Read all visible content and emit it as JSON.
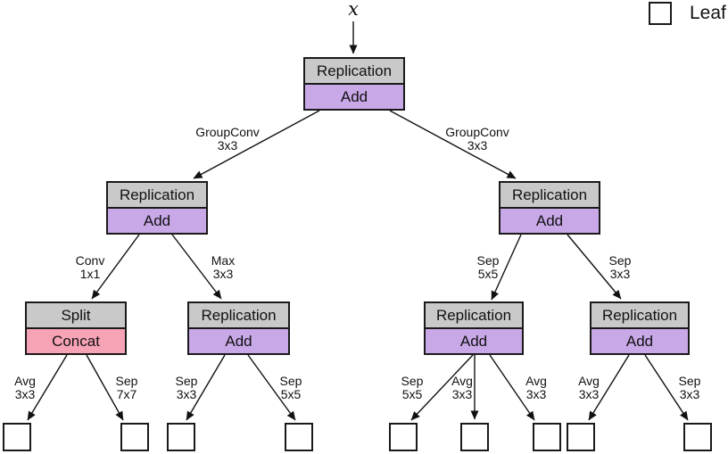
{
  "figure": {
    "input_label": "x",
    "legend_label": "Leaf"
  },
  "colors": {
    "node_header_gray": "#c9c9c9",
    "add_purple": "#c9a8e8",
    "concat_pink": "#f7a3b6",
    "leaf_fill": "#ffffff",
    "line_black": "#1a1a1a"
  },
  "nodes": {
    "root": {
      "top": "Replication",
      "bottom": "Add"
    },
    "left": {
      "top": "Replication",
      "bottom": "Add"
    },
    "right": {
      "top": "Replication",
      "bottom": "Add"
    },
    "left_left": {
      "top": "Split",
      "bottom": "Concat"
    },
    "left_right": {
      "top": "Replication",
      "bottom": "Add"
    },
    "right_left": {
      "top": "Replication",
      "bottom": "Add"
    },
    "right_right": {
      "top": "Replication",
      "bottom": "Add"
    }
  },
  "edge_labels": {
    "root_left": {
      "op": "GroupConv",
      "size": "3x3"
    },
    "root_right": {
      "op": "GroupConv",
      "size": "3x3"
    },
    "left_ll": {
      "op": "Conv",
      "size": "1x1"
    },
    "left_lr": {
      "op": "Max",
      "size": "3x3"
    },
    "right_rl": {
      "op": "Sep",
      "size": "5x5"
    },
    "right_rr": {
      "op": "Sep",
      "size": "3x3"
    },
    "ll_leaf1": {
      "op": "Avg",
      "size": "3x3"
    },
    "ll_leaf2": {
      "op": "Sep",
      "size": "7x7"
    },
    "lr_leaf3": {
      "op": "Sep",
      "size": "3x3"
    },
    "lr_leaf4": {
      "op": "Sep",
      "size": "5x5"
    },
    "rl_leaf5": {
      "op": "Sep",
      "size": "5x5"
    },
    "rl_leaf6": {
      "op": "Avg",
      "size": "3x3"
    },
    "rl_leaf7": {
      "op": "Avg",
      "size": "3x3"
    },
    "rr_leaf8": {
      "op": "Avg",
      "size": "3x3"
    },
    "rr_leaf9": {
      "op": "Sep",
      "size": "3x3"
    }
  }
}
